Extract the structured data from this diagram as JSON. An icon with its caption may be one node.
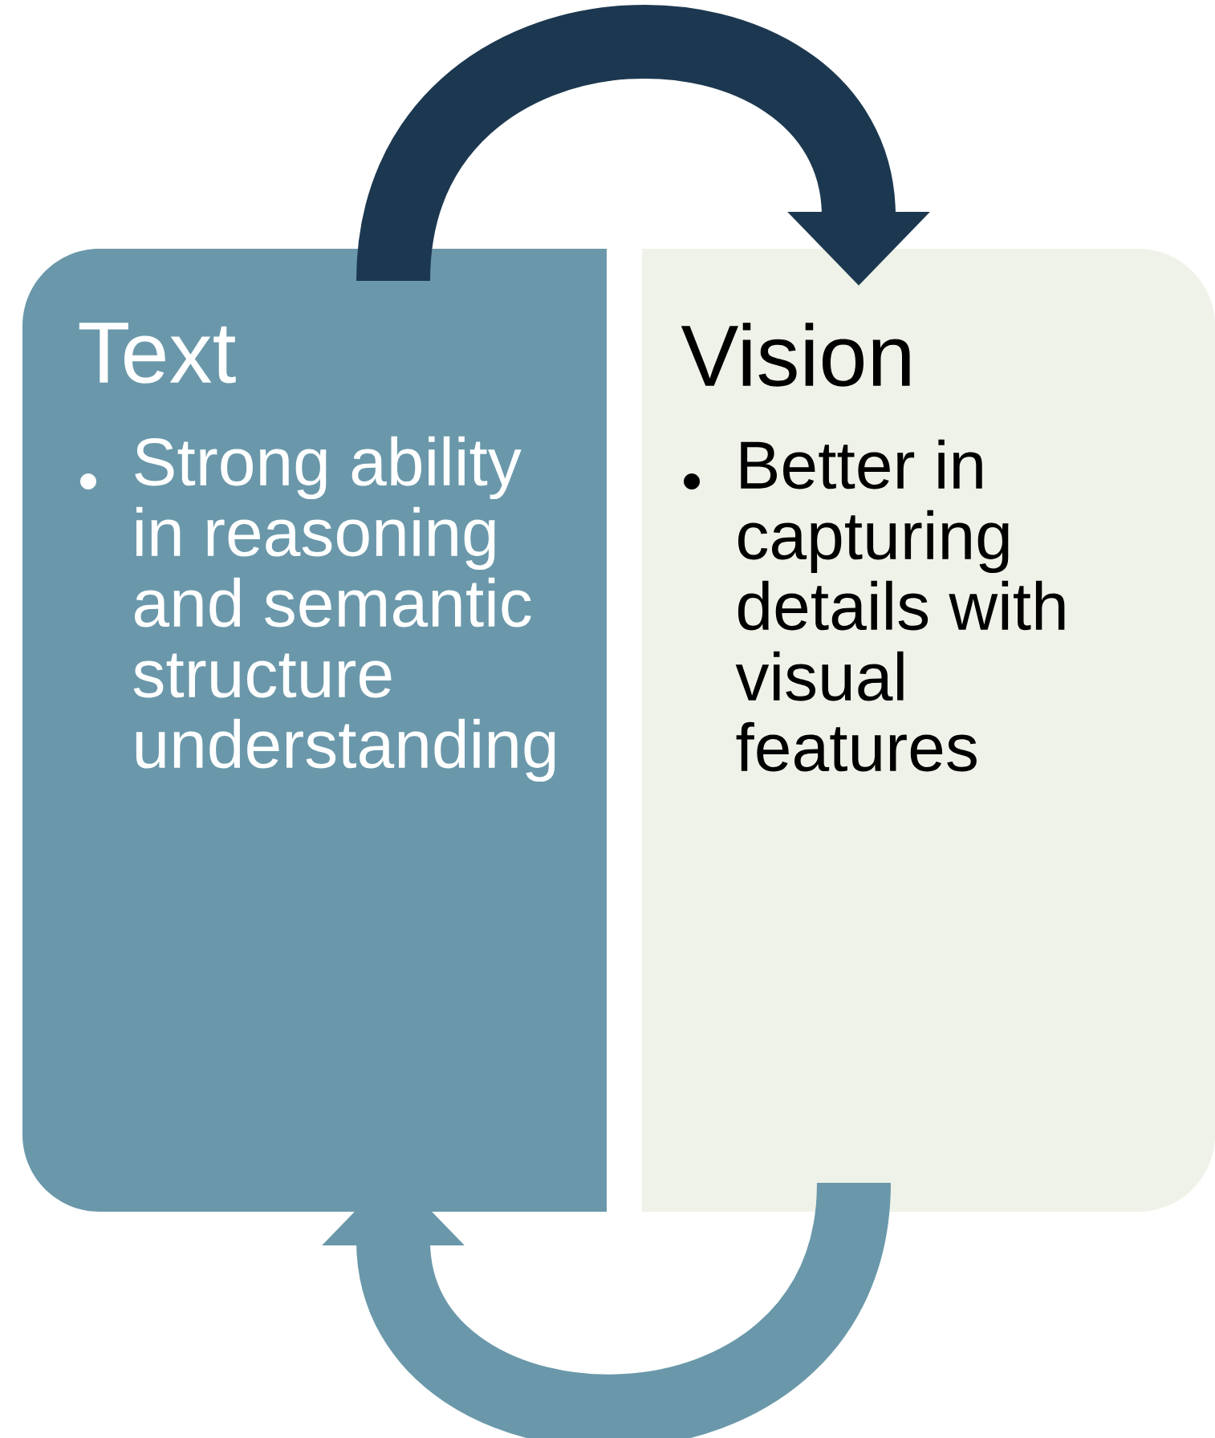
{
  "diagram": {
    "nodes": [
      {
        "text": [
          "Text",
          "Strong ability in reasoning and semantic structure understanding"
        ]
      },
      {
        "text": [
          "Vision",
          "Better in capturing details with visual features"
        ]
      }
    ],
    "edges": [
      {
        "from": 0,
        "to": 1,
        "arrow": "to",
        "color": "#1c3850"
      },
      {
        "from": 1,
        "to": 0,
        "arrow": "to",
        "color": "#6a98aa"
      }
    ]
  }
}
